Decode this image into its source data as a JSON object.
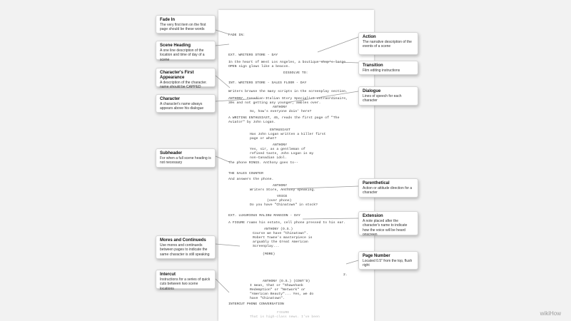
{
  "script_lines": [
    {
      "text": "FADE IN:",
      "fade": false
    },
    {
      "text": "EXT. WRITERS STORE - DAY",
      "fade": false
    },
    {
      "text": "In the heart of West Los Angeles, a boutique shop's large",
      "fade": false
    },
    {
      "text": "OPEN sign glows like a beacon.",
      "fade": false
    },
    {
      "text": "DISSOLVE TO:",
      "fade": false
    },
    {
      "text": "INT. WRITERS STORE - SALES FLOOR - DAY",
      "fade": false
    },
    {
      "text": "Writers browse the many scripts in the screenplay section.",
      "fade": false
    },
    {
      "text": "ANTHONY, Canadian-Italian Story Specialist extraordinaire,",
      "fade": false
    },
    {
      "text": "30s and not getting any younger, ambles over.",
      "fade": false
    },
    {
      "text": "ANTHONY",
      "fade": false
    },
    {
      "text": "So, how's everyone doin' here?",
      "fade": false
    },
    {
      "text": "A WRITING ENTHUSIAST, 45, reads the first page of \"The",
      "fade": false
    },
    {
      "text": "Aviator\" by John Logan.",
      "fade": false
    },
    {
      "text": "ENTHUSIAST",
      "fade": false
    },
    {
      "text": "Has John Logan written a killer first",
      "fade": false
    },
    {
      "text": "page or what?",
      "fade": false
    },
    {
      "text": "ANTHONY",
      "fade": false
    },
    {
      "text": "Yes, sir, as a gentleman of",
      "fade": false
    },
    {
      "text": "refined taste, John Logan is my",
      "fade": false
    },
    {
      "text": "non-Canadian idol.",
      "fade": false
    },
    {
      "text": "The phone RINGS. Anthony goes to--",
      "fade": false
    },
    {
      "text": "THE SALES COUNTER",
      "fade": false
    },
    {
      "text": "And answers the phone.",
      "fade": false
    },
    {
      "text": "ANTHONY",
      "fade": false
    },
    {
      "text": "Writers Store, Anthony speaking.",
      "fade": false
    },
    {
      "text": "VOICE",
      "fade": false
    },
    {
      "text": "(over phone)",
      "fade": false
    },
    {
      "text": "Do you have \"Chinatown\" in stock?",
      "fade": false
    },
    {
      "text": "EXT. LUXURIOUS MALIBU MANSION - DAY",
      "fade": false
    },
    {
      "text": "A FIGURE roams his estate, cell phone pressed to his ear.",
      "fade": false
    },
    {
      "text": "ANTHONY (O.S.)",
      "fade": false
    },
    {
      "text": "Course we have \"Chinatown\".",
      "fade": false
    },
    {
      "text": "Robert Towne's masterpiece is",
      "fade": false
    },
    {
      "text": "arguably the Great American",
      "fade": false
    },
    {
      "text": "Screenplay...",
      "fade": false
    },
    {
      "text": "(MORE)",
      "fade": false
    },
    {
      "text": "2.",
      "fade": false
    },
    {
      "text": "ANTHONY (O.S.) (CONT'D)",
      "fade": false
    },
    {
      "text": "I mean, that or \"Shawshank",
      "fade": false
    },
    {
      "text": "Redemption\" or \"Network\" or",
      "fade": false
    },
    {
      "text": "\"American Beauty\"... Yes, we do",
      "fade": false
    },
    {
      "text": "have \"Chinatown\".",
      "fade": false
    },
    {
      "text": "INTERCUT PHONE CONVERSATION",
      "fade": false
    },
    {
      "text": "FIGURE",
      "fade": true
    },
    {
      "text": "That is high-class news. I've been",
      "fade": true
    }
  ],
  "callouts": [
    {
      "title": "Fade In",
      "desc": "The very first item on the first page should be these words"
    },
    {
      "title": "Scene Heading",
      "desc": "A one line description of the location and time of day of a scene"
    },
    {
      "title": "Character's First Appearance",
      "desc": "A description of the character. name should be CAPPED"
    },
    {
      "title": "Character",
      "desc": "A character's name always appears above his dialogue"
    },
    {
      "title": "Subheader",
      "desc": "For when a full scene heading is not necessary"
    },
    {
      "title": "Mores and Continueds",
      "desc": "Use mores and continueds between pages to indicate the same character is still speaking"
    },
    {
      "title": "Intercut",
      "desc": "Instructions for a series of quick cuts between two scene locations"
    },
    {
      "title": "Action",
      "desc": "The narrative description of the events of a scene"
    },
    {
      "title": "Transition",
      "desc": "Film editing instructions"
    },
    {
      "title": "Dialogue",
      "desc": "Lines of speech for each character"
    },
    {
      "title": "Parenthetical",
      "desc": "Action or attitude direction for a character"
    },
    {
      "title": "Extension",
      "desc": "A note placed after the character's name to indicate how the voice will be heard onscreen"
    },
    {
      "title": "Page Number",
      "desc": "Located 0.5\" from the top, flush right"
    }
  ],
  "watermark": "wikiHow",
  "colors": {
    "background": "#f2f2f2",
    "page": "#ffffff",
    "leader": "#9a9a9a"
  }
}
